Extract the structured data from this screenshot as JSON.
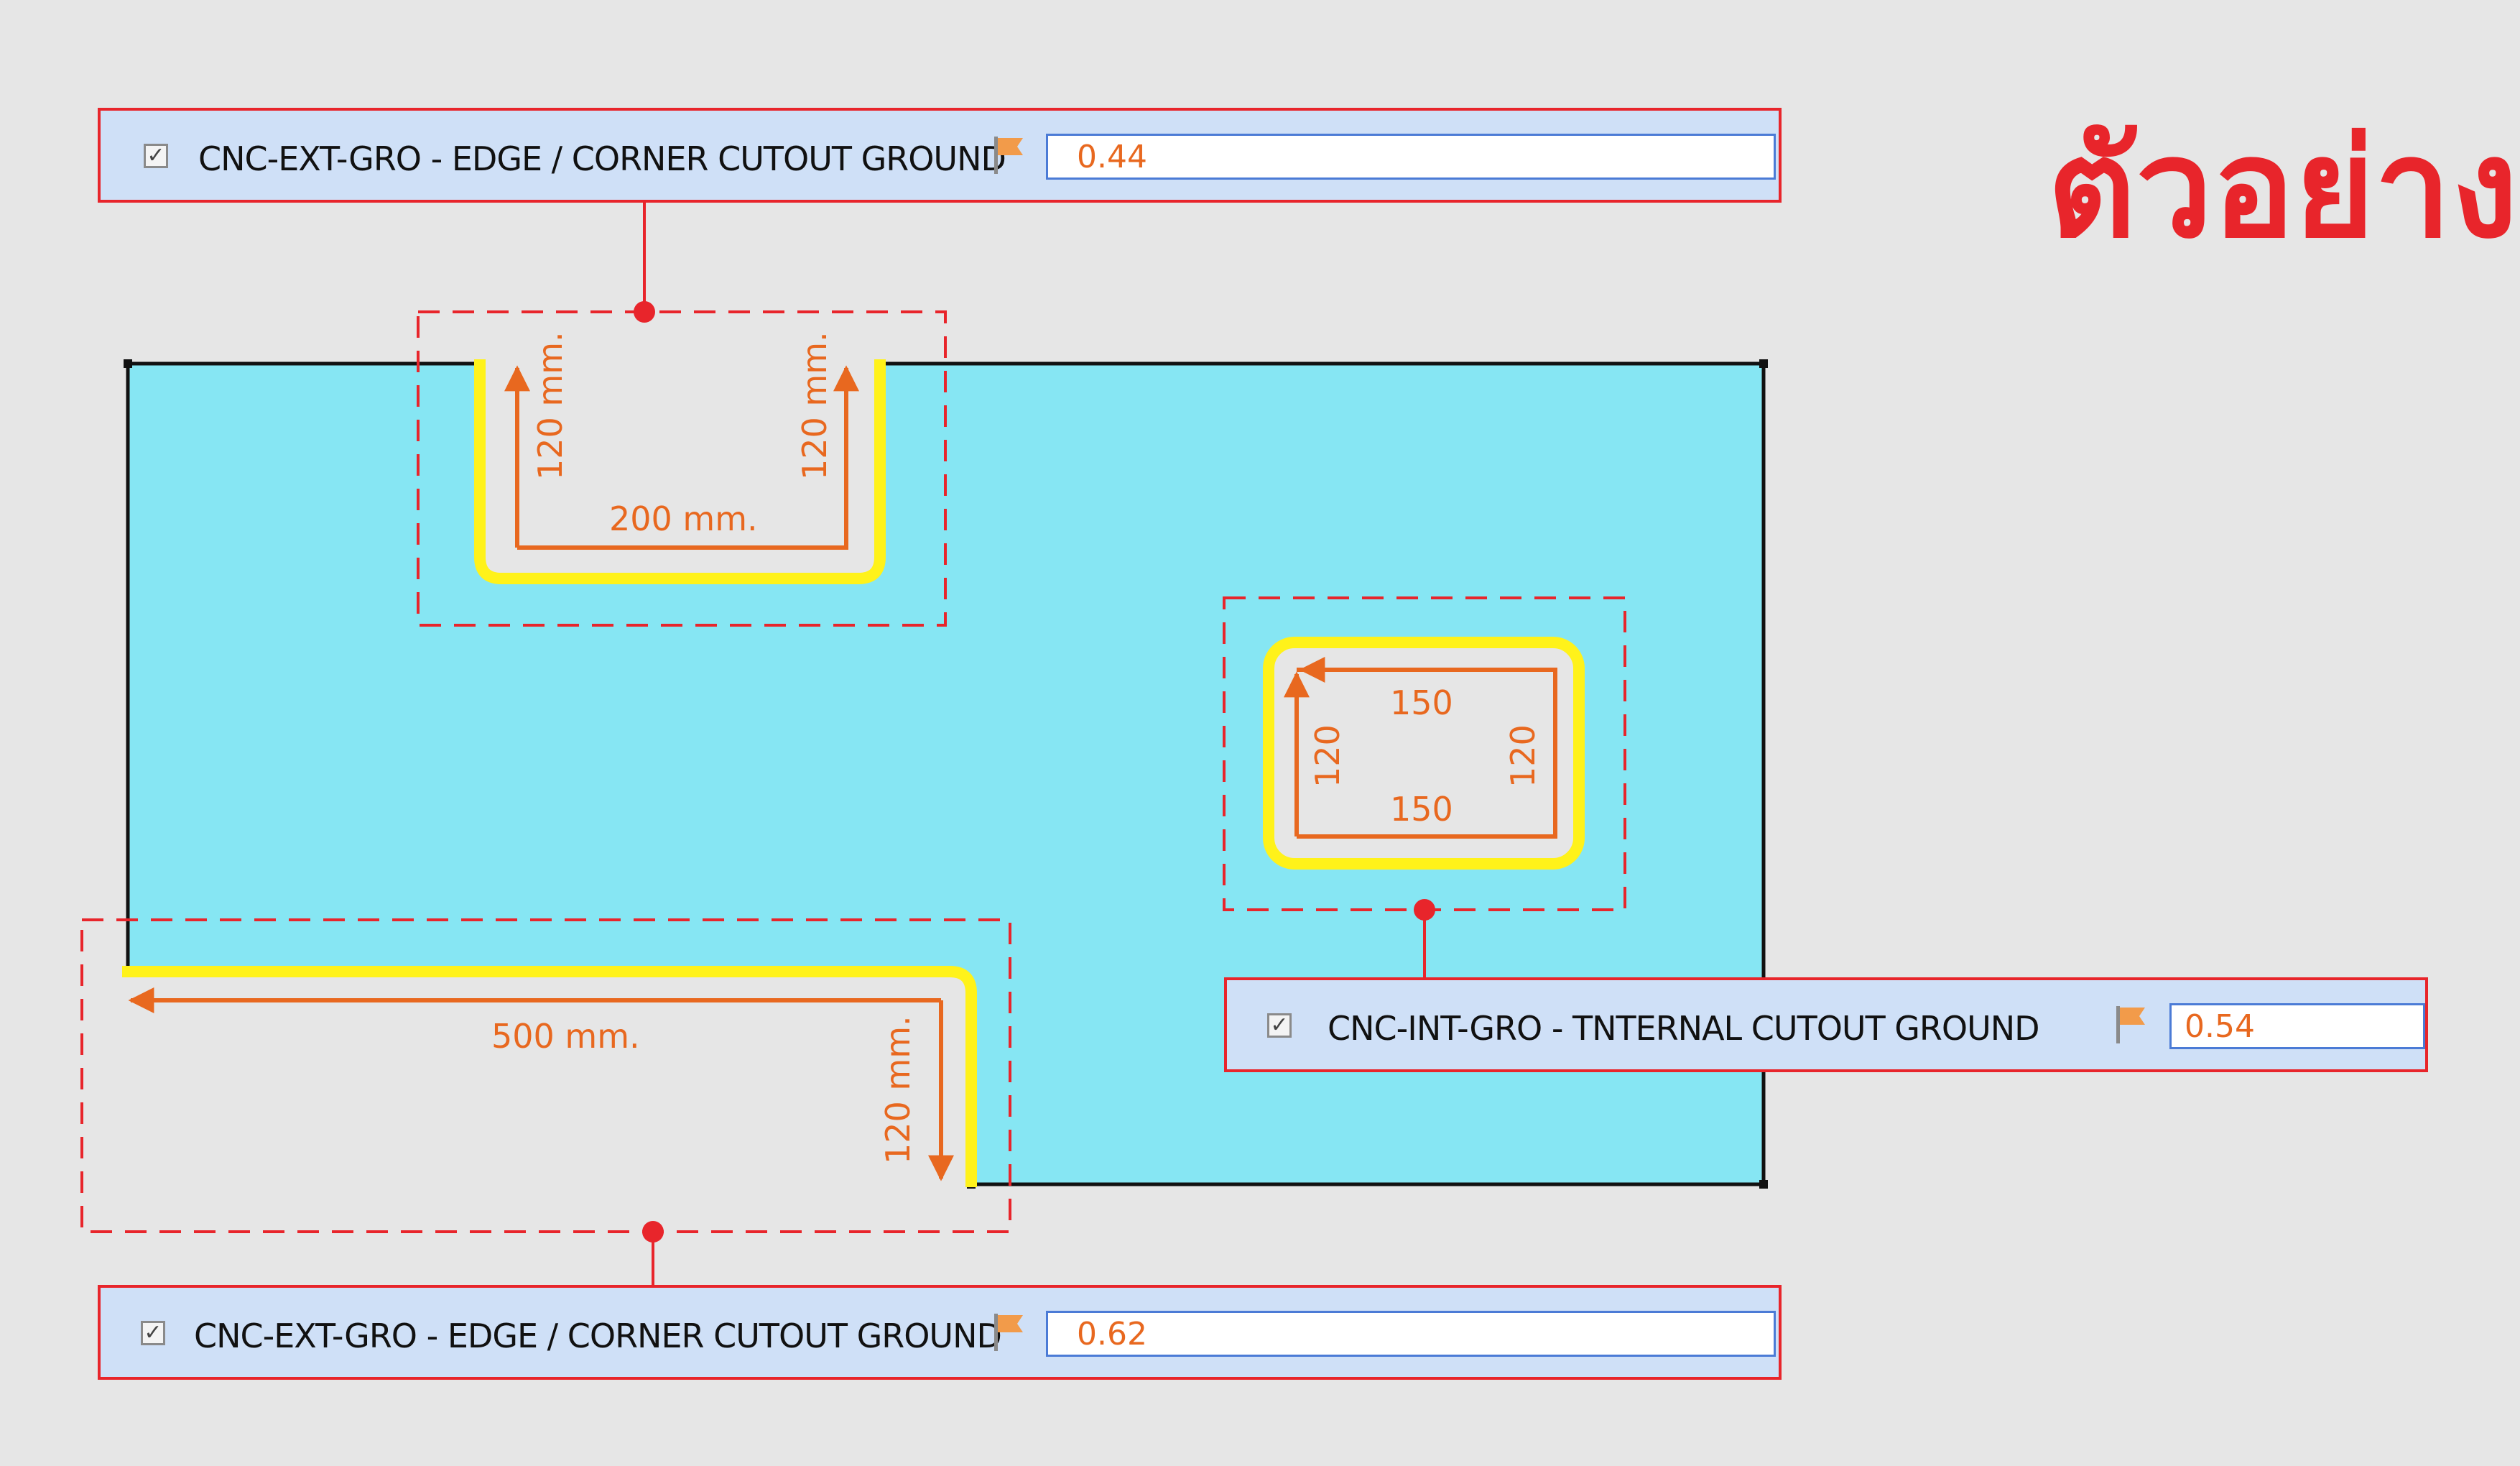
{
  "heading": "ตัวอย่าง",
  "colors": {
    "panel_fill": "#86e6f3",
    "panel_outline": "#111111",
    "groove_highlight": "#fff21a",
    "dimension_color": "#e8681f",
    "callout_color": "#e8252b",
    "row_background": "#cfe0f7",
    "field_border": "#4b7bd6"
  },
  "callouts": [
    {
      "checked": true,
      "checkbox_icon": "checkmark-icon",
      "label": "CNC-EXT-GRO - EDGE / CORNER CUTOUT GROUND",
      "flag_icon": "flag-icon",
      "value": "0.44"
    },
    {
      "checked": true,
      "checkbox_icon": "checkmark-icon",
      "label": "CNC-INT-GRO - TNTERNAL CUTOUT GROUND",
      "flag_icon": "flag-icon",
      "value": "0.54"
    },
    {
      "checked": true,
      "checkbox_icon": "checkmark-icon",
      "label": "CNC-EXT-GRO - EDGE / CORNER CUTOUT GROUND",
      "flag_icon": "flag-icon",
      "value": "0.62"
    }
  ],
  "dimensions": {
    "top_notch": {
      "left_height": "120 mm.",
      "right_height": "120 mm.",
      "width": "200 mm."
    },
    "internal_cutout": {
      "top": "150",
      "bottom": "150",
      "left": "120",
      "right": "120"
    },
    "corner_cutout": {
      "length": "500 mm.",
      "height": "120 mm."
    }
  }
}
